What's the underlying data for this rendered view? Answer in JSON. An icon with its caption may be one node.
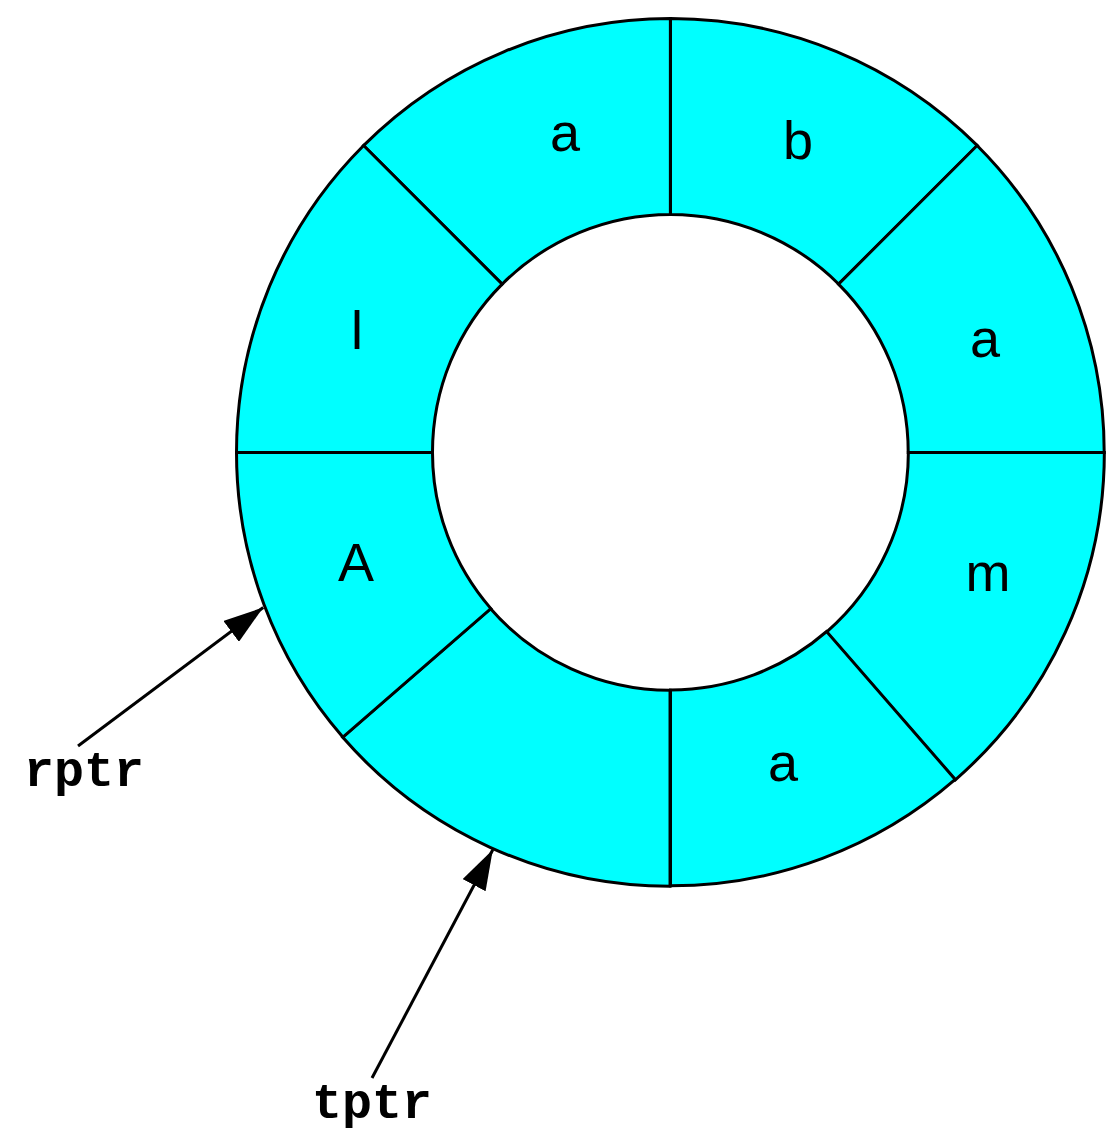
{
  "diagram": {
    "nodes": [
      {
        "text": [
          "a"
        ]
      },
      {
        "text": [
          "b"
        ]
      },
      {
        "text": [
          "a"
        ]
      },
      {
        "text": [
          "m"
        ]
      },
      {
        "text": [
          "a"
        ]
      },
      {
        "text": [],
        "shape": "sector"
      },
      {
        "text": [
          "A"
        ]
      },
      {
        "text": [
          "l"
        ]
      },
      {
        "text": [
          "rptr"
        ]
      },
      {
        "text": [
          "tptr"
        ]
      }
    ],
    "edges": [
      {
        "from": 8,
        "to": 6,
        "arrow": "to"
      },
      {
        "from": 9,
        "to": 5,
        "arrow": "to"
      }
    ]
  }
}
